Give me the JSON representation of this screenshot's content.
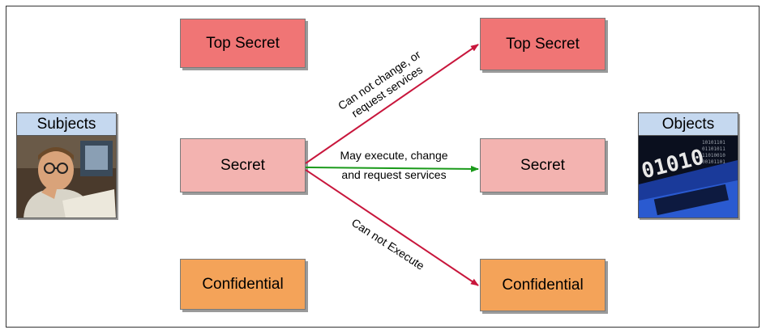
{
  "subjects": {
    "title": "Subjects"
  },
  "objects": {
    "title": "Objects",
    "binary_text": "01010"
  },
  "left_levels": {
    "top_secret": "Top Secret",
    "secret": "Secret",
    "confidential": "Confidential"
  },
  "right_levels": {
    "top_secret": "Top Secret",
    "secret": "Secret",
    "confidential": "Confidential"
  },
  "arrows": {
    "to_top": {
      "line1": "Can not change, or",
      "line2": "request services",
      "color": "#c8163c"
    },
    "to_secret": {
      "line1": "May execute, change",
      "line2": "and request services",
      "color": "#1a9a1a"
    },
    "to_conf": {
      "line1": "Can not Execute",
      "color": "#c8163c"
    }
  },
  "colors": {
    "top_secret": "#f07575",
    "secret": "#f3b3b0",
    "confidential": "#f4a359",
    "header": "#c5d8ef"
  }
}
